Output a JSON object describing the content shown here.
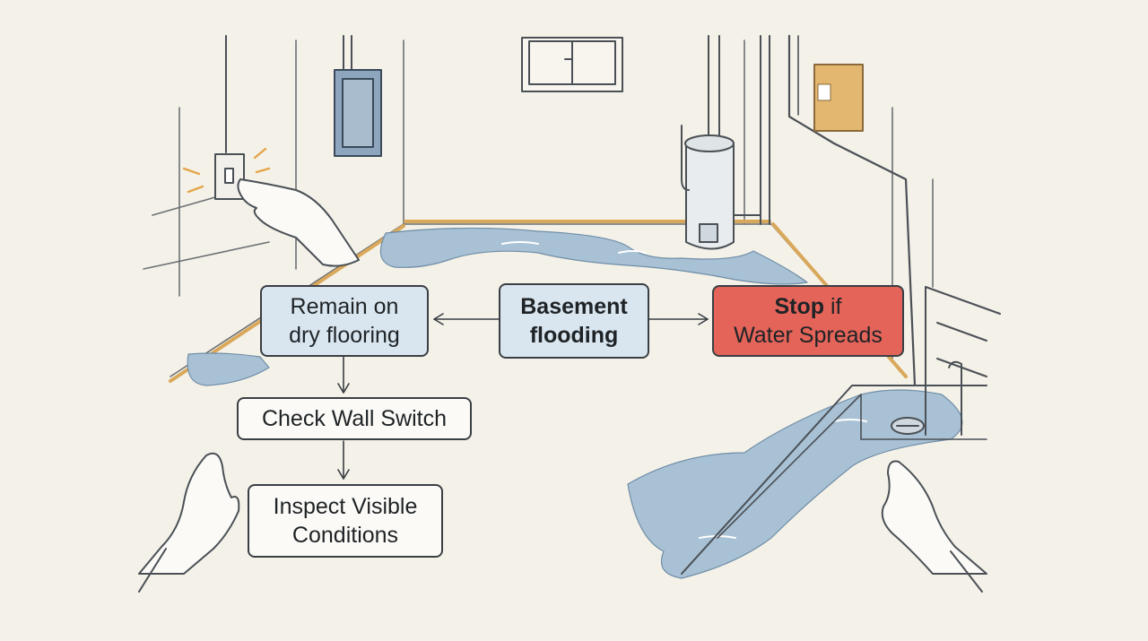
{
  "diagram": {
    "center": {
      "line1": "Basement",
      "line2": "flooding"
    },
    "left": {
      "line1": "Remain on",
      "line2": "dry flooring"
    },
    "right": {
      "line1_bold": "Stop",
      "line1_rest": " if",
      "line2": "Water Spreads"
    },
    "step2": {
      "label": "Check Wall Switch"
    },
    "step3": {
      "line1": "Inspect Visible",
      "line2": "Conditions"
    }
  },
  "colors": {
    "background": "#f4f1e8",
    "node_blue": "#d9e6ef",
    "node_red": "#e4645a",
    "water": "#a9c1d4",
    "trim": "#d9a85a",
    "line": "#4a5056"
  }
}
